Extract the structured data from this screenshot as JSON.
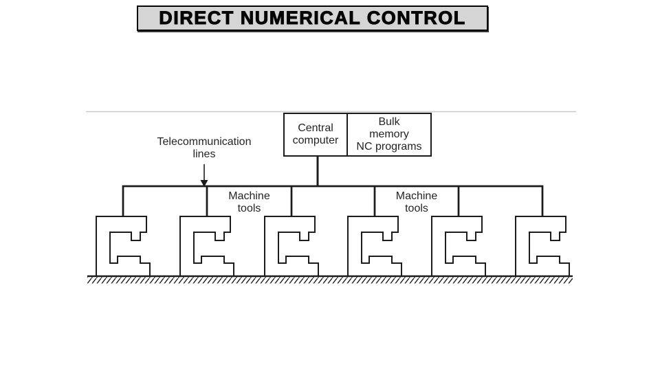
{
  "slide": {
    "title": "DIRECT NUMERICAL CONTROL"
  },
  "diagram": {
    "telecom_label": {
      "lines": [
        "Telecommunication",
        "lines"
      ]
    },
    "central_computer_box": {
      "lines": [
        "Central",
        "computer"
      ]
    },
    "bulk_memory_box": {
      "lines": [
        "Bulk",
        "memory",
        "NC programs"
      ]
    },
    "machine_tools_label_left": {
      "lines": [
        "Machine",
        "tools"
      ]
    },
    "machine_tools_label_right": {
      "lines": [
        "Machine",
        "tools"
      ]
    },
    "machines": {
      "count": 6,
      "icon": "c-frame-machine-tool-icon"
    },
    "ground": {
      "icon": "hatched-ground-icon"
    }
  },
  "colors": {
    "ink": "#1c1c1c",
    "title_bg": "#d5d5d5",
    "scan_edge": "#c9c9c9",
    "page_bg": "#ffffff"
  }
}
